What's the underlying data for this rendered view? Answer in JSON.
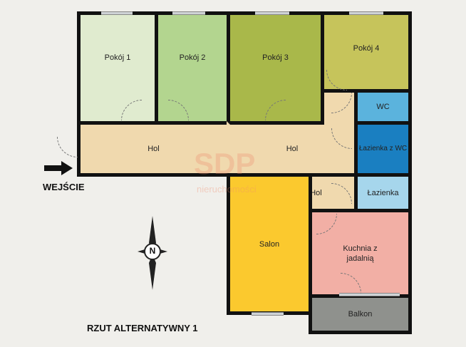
{
  "rooms": {
    "pokoj1": {
      "label": "Pokój 1",
      "color": "#e0ebcf"
    },
    "pokoj2": {
      "label": "Pokój 2",
      "color": "#b3d58f"
    },
    "pokoj3": {
      "label": "Pokój 3",
      "color": "#a9b84a"
    },
    "pokoj4": {
      "label": "Pokój 4",
      "color": "#c6c45b"
    },
    "hol1": {
      "label": "Hol",
      "color": "#f0d9ae"
    },
    "hol2": {
      "label": "Hol",
      "color": "#f0d9ae"
    },
    "hol3": {
      "label": "Hol",
      "color": "#f0d9ae"
    },
    "wc": {
      "label": "WC",
      "color": "#5bb3dd"
    },
    "lazienka_wc": {
      "label": "Łazienka z WC",
      "color": "#1a7fc1"
    },
    "lazienka": {
      "label": "Łazienka",
      "color": "#a6d6ec"
    },
    "salon": {
      "label": "Salon",
      "color": "#fbc92e"
    },
    "kuchnia": {
      "label": "Kuchnia z jadalnią",
      "color": "#f2afa5"
    },
    "balkon": {
      "label": "Balkon",
      "color": "#8f918d"
    }
  },
  "entrance_label": "WEJŚCIE",
  "compass_label": "N",
  "plan_title": "RZUT ALTERNATYWNY 1",
  "watermark": {
    "logo": "SDP",
    "tagline": "nieruchomości"
  }
}
